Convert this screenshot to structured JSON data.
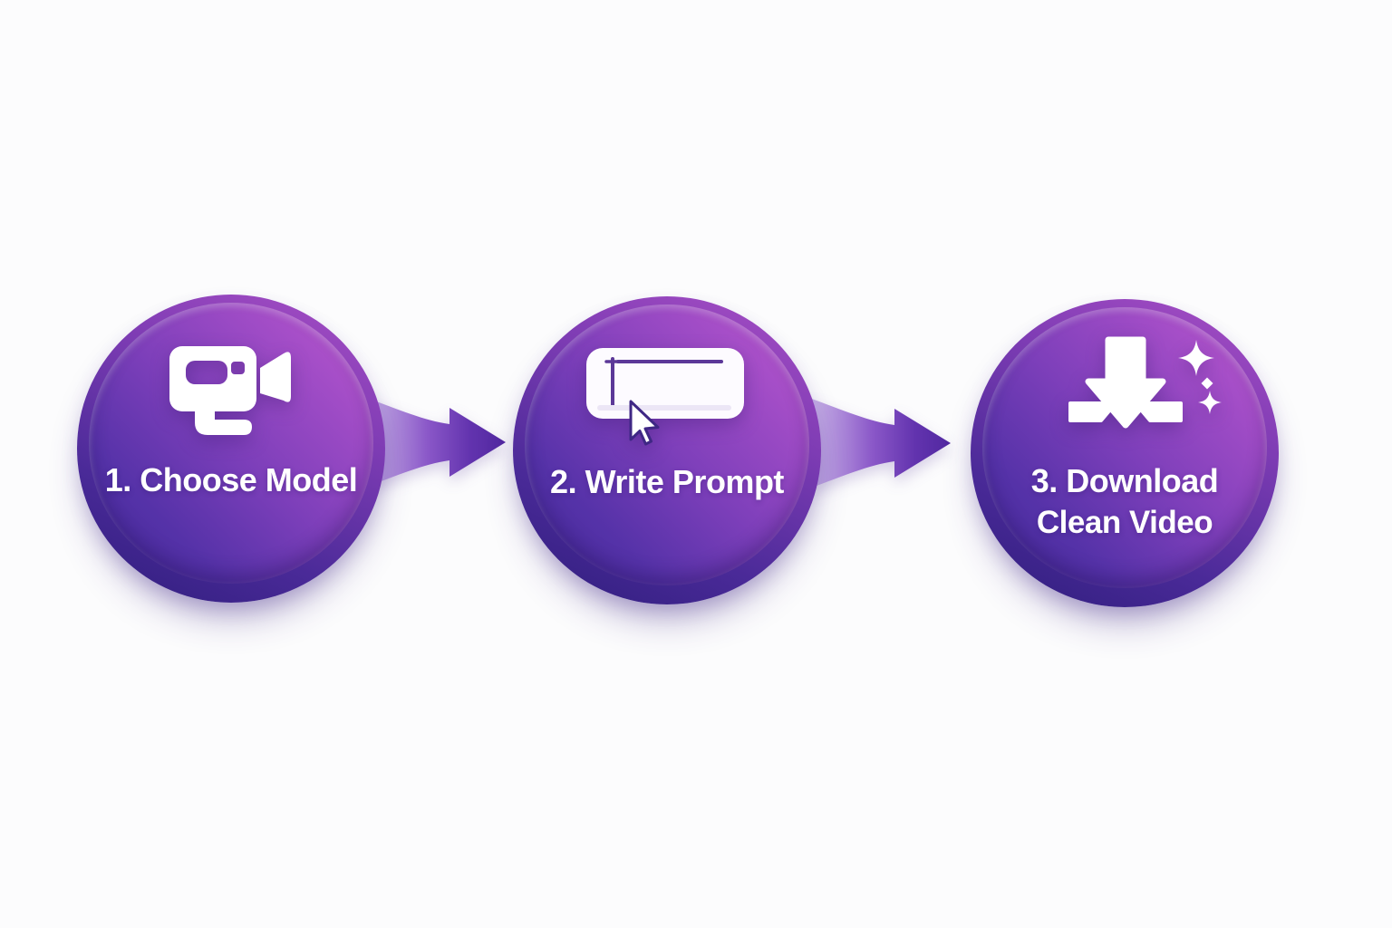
{
  "diagram": {
    "type": "process-steps",
    "background_color": "#fcfcfd",
    "steps": [
      {
        "label": "1. Choose Model",
        "icon": "video-camera-icon"
      },
      {
        "label": "2. Write Prompt",
        "icon": "prompt-input-cursor-icon"
      },
      {
        "label": "3. Download",
        "sublabel": "Clean Video",
        "icon": "download-sparkles-icon"
      }
    ],
    "connectors": [
      {
        "icon": "arrow-right-icon"
      },
      {
        "icon": "arrow-right-icon"
      }
    ],
    "colors": {
      "badge_gradient_top_right": "#c05ad0",
      "badge_gradient_bottom_left": "#43299a",
      "ring_gradient_top": "#aa4fc6",
      "ring_gradient_bottom": "#2e1d7c",
      "arrow_gradient_start": "#cdb9ea",
      "arrow_gradient_end": "#5128a0",
      "icon_color": "#ffffff",
      "label_text_color": "#ffffff"
    }
  }
}
